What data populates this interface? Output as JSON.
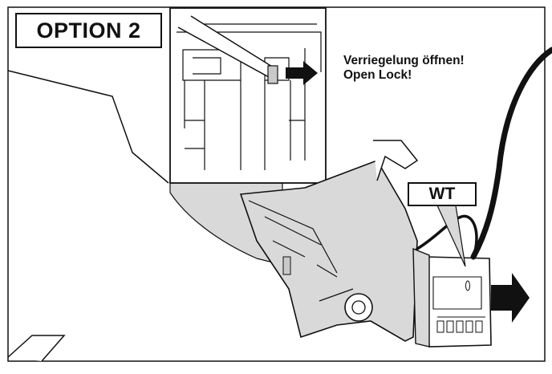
{
  "option_label": "OPTION 2",
  "instruction": {
    "line_de": "Verriegelung öffnen!",
    "line_en": "Open Lock!"
  },
  "connector_label": "WT",
  "colors": {
    "line": "#111111",
    "shade": "#d9d9d9",
    "background": "#ffffff"
  },
  "icons": [
    "arrow-right-icon"
  ]
}
